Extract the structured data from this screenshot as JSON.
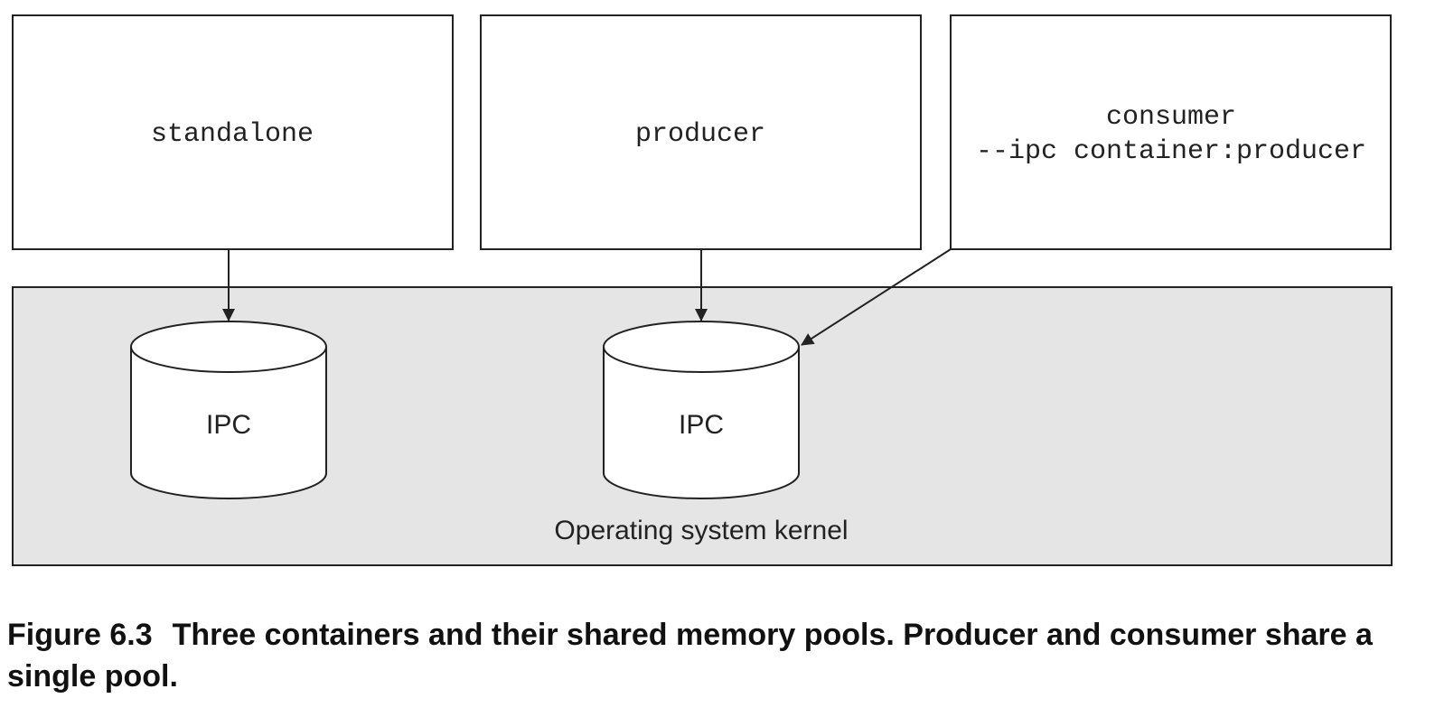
{
  "containers": [
    {
      "id": "standalone",
      "lines": [
        "standalone"
      ]
    },
    {
      "id": "producer",
      "lines": [
        "producer"
      ]
    },
    {
      "id": "consumer",
      "lines": [
        "consumer",
        "--ipc container:producer"
      ]
    }
  ],
  "kernel": {
    "label": "Operating system kernel",
    "fill": "#e5e5e5"
  },
  "ipc_pools": [
    {
      "label": "IPC"
    },
    {
      "label": "IPC"
    }
  ],
  "caption": {
    "number": "Figure 6.3",
    "text": "Three containers and their shared memory pools. Producer and consumer share a single pool."
  }
}
